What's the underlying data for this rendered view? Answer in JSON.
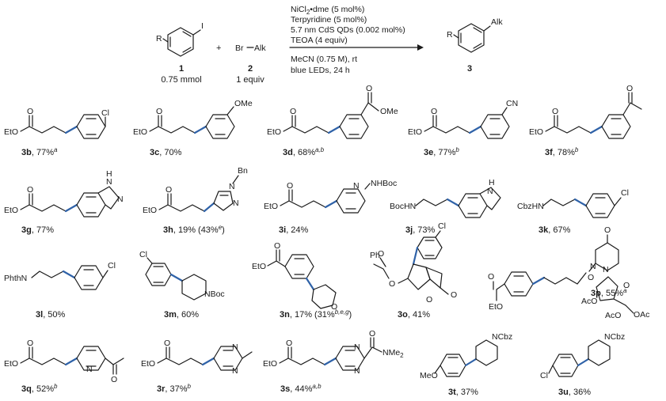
{
  "reaction": {
    "reactant1": {
      "substituent": "R",
      "halogen": "I",
      "number": "1",
      "amount": "0.75 mmol"
    },
    "plus": "+",
    "reactant2": {
      "formula_left": "Br",
      "formula_right": "Alk",
      "number": "2",
      "amount": "1 equiv"
    },
    "conditions_above": [
      "NiCl",
      "Terpyridine (5 mol%)",
      "5.7 nm CdS QDs (0.002 mol%)",
      "TEOA (4 equiv)"
    ],
    "nicl_sub": "2",
    "nicl_rest": "•dme (5 mol%)",
    "conditions_below": [
      "MeCN (0.75 M), rt",
      "blue LEDs, 24 h"
    ],
    "product": {
      "substituent": "R",
      "group": "Alk",
      "number": "3"
    }
  },
  "compounds": [
    {
      "id": "3b",
      "id_bold": "3b",
      "yield": ", 77%",
      "note": "a",
      "substituent": "Cl",
      "chain": "EtO"
    },
    {
      "id": "3c",
      "id_bold": "3c",
      "yield": ", 70%",
      "note": "",
      "substituent": "OMe",
      "chain": "EtO"
    },
    {
      "id": "3d",
      "id_bold": "3d",
      "yield": ", 68%",
      "note": "a,b",
      "substituent": "OMe",
      "chain": "EtO"
    },
    {
      "id": "3e",
      "id_bold": "3e",
      "yield": ", 77%",
      "note": "b",
      "substituent": "CN",
      "chain": "EtO"
    },
    {
      "id": "3f",
      "id_bold": "3f",
      "yield": ", 78%",
      "note": "b",
      "substituent": "",
      "chain": "EtO"
    },
    {
      "id": "3g",
      "id_bold": "3g",
      "yield": ", 77%",
      "note": "",
      "substituent": "H",
      "chain": "EtO"
    },
    {
      "id": "3h",
      "id_bold": "3h",
      "yield": ", 19% (43%",
      "note": "e",
      "yield_tail": ")",
      "substituent": "Bn",
      "chain": "EtO"
    },
    {
      "id": "3i",
      "id_bold": "3i",
      "yield": ", 24%",
      "note": "",
      "substituent": "NHBoc",
      "chain": "EtO"
    },
    {
      "id": "3j",
      "id_bold": "3j",
      "yield": ", 73%",
      "note": "",
      "substituent": "H",
      "chain": "BocHN"
    },
    {
      "id": "3k",
      "id_bold": "3k",
      "yield": ", 67%",
      "note": "",
      "substituent": "Cl",
      "chain": "CbzHN"
    },
    {
      "id": "3l",
      "id_bold": "3l",
      "yield": ", 50%",
      "note": "",
      "substituent": "Cl",
      "chain": "PhthN"
    },
    {
      "id": "3m",
      "id_bold": "3m",
      "yield": ", 60%",
      "note": "",
      "substituent": "Cl",
      "chain": "NBoc"
    },
    {
      "id": "3n",
      "id_bold": "3n",
      "yield": ", 17% (31%",
      "note": "b,e,g",
      "yield_tail": ")",
      "substituent": "O",
      "chain": "EtO"
    },
    {
      "id": "3o",
      "id_bold": "3o",
      "yield": ", 41%",
      "note": "",
      "substituent": "Cl",
      "chain": "Ph"
    },
    {
      "id": "3p",
      "id_bold": "3p",
      "yield": ", 55%",
      "note": "a",
      "substituent": "OAc",
      "chain": "EtO"
    },
    {
      "id": "3q",
      "id_bold": "3q",
      "yield": ", 52%",
      "note": "b",
      "substituent": "N",
      "chain": "EtO"
    },
    {
      "id": "3r",
      "id_bold": "3r",
      "yield": ", 37%",
      "note": "b",
      "substituent": "N",
      "chain": "EtO"
    },
    {
      "id": "3s",
      "id_bold": "3s",
      "yield": ", 44%",
      "note": "a,b",
      "substituent": "NMe",
      "chain": "EtO"
    },
    {
      "id": "3t",
      "id_bold": "3t",
      "yield": ", 37%",
      "note": "",
      "substituent": "NCbz",
      "chain": "MeO"
    },
    {
      "id": "3u",
      "id_bold": "3u",
      "yield": ", 36%",
      "note": "",
      "substituent": "NCbz",
      "chain": "Cl"
    }
  ],
  "atoms": {
    "Cl": "Cl",
    "OMe": "OMe",
    "O": "O",
    "EtO": "EtO",
    "CN": "CN",
    "H": "H",
    "N": "N",
    "NH": "NH",
    "Bn": "Bn",
    "NHBoc": "NHBoc",
    "BocHN": "BocHN",
    "CbzHN": "CbzHN",
    "PhthN": "PhthN",
    "NBoc": "NBoc",
    "Ph": "Ph",
    "OAc": "OAc",
    "AcO": "AcO",
    "NMe": "NMe",
    "Me2sub": "2",
    "NCbz": "NCbz",
    "MeO": "MeO",
    "R": "R",
    "I": "I",
    "Alk": "Alk"
  }
}
